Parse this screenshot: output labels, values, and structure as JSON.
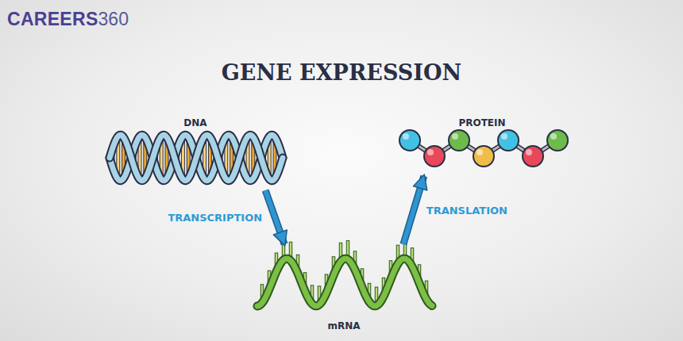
{
  "diagram": {
    "title": "GENE EXPRESSION",
    "nodes": [
      {
        "text": [
          "DNA"
        ]
      },
      {
        "text": [
          "PROTEIN"
        ]
      },
      {
        "text": [
          "mRNA"
        ]
      }
    ],
    "edges": [
      {
        "from": 0,
        "to": 2,
        "label": "TRANSCRIPTION",
        "arrow": "to"
      },
      {
        "from": 2,
        "to": 1,
        "label": "TRANSLATION",
        "arrow": "to"
      }
    ],
    "labels": [
      "CAREERS",
      "360"
    ]
  }
}
